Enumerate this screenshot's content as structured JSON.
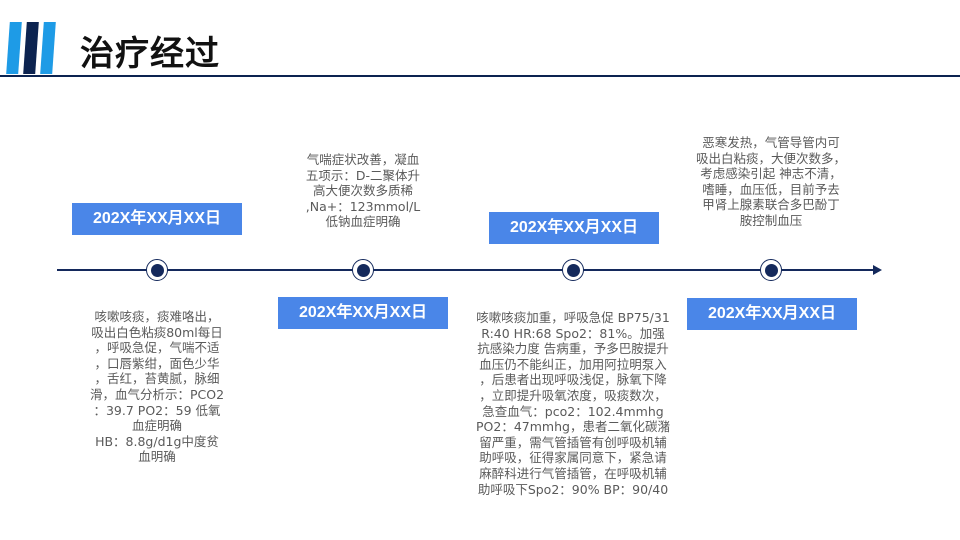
{
  "header": {
    "title": "治疗经过",
    "accent_light": "#1e9be6",
    "accent_dark": "#0c2350"
  },
  "timeline": {
    "events": [
      {
        "date": "202X年XX月XX日",
        "text": "咳嗽咳痰，痰难咯出，\n吸出白色粘痰80ml每日\n，呼吸急促，气喘不适\n，口唇紫绀，面色少华\n，舌红，苔黄腻，脉细\n滑，血气分析示：PCO2\n：39.7  PO2：59 低氧\n血症明确\nHB：8.8g/d1g中度贫\n血明确"
      },
      {
        "date": "202X年XX月XX日",
        "text": "气喘症状改善，凝血\n五项示：D-二聚体升\n高大便次数多质稀\n,Na+：123mmol/L\n低钠血症明确"
      },
      {
        "date": "202X年XX月XX日",
        "text": "咳嗽咳痰加重，呼吸急促   BP75/31\nR:40   HR:68   Spo2：81%。加强\n抗感染力度 告病重，予多巴胺提升\n血压仍不能纠正，加用阿拉明泵入\n，后患者出现呼吸浅促，脉氧下降\n，立即提升吸氧浓度，吸痰数次，\n急查血气：pco2：102.4mmhg\nPO2：47mmhg，患者二氧化碳潴\n留严重，需气管插管有创呼吸机辅\n助呼吸，征得家属同意下，紧急请\n麻醉科进行气管插管，在呼吸机辅\n助呼吸下Spo2：90%  BP：90/40"
      },
      {
        "date": "202X年XX月XX日",
        "text": "恶寒发热，气管导管内可\n吸出白粘痰，大便次数多，\n考虑感染引起    神志不清，\n嗜睡，血压低，目前予去\n甲肾上腺素联合多巴酚丁\n胺控制血压"
      }
    ],
    "date_color": "#4a86e8",
    "line_color": "#14295c"
  }
}
